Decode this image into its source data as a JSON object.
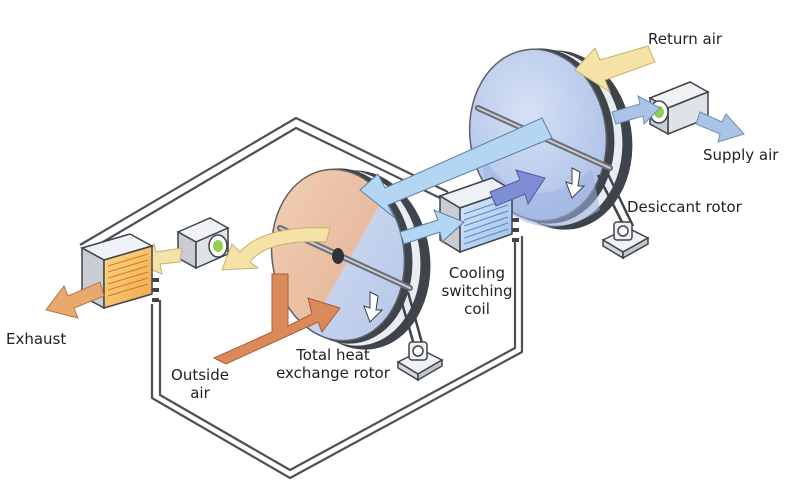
{
  "labels": {
    "return_air": "Return air",
    "supply_air": "Supply air",
    "desiccant_rotor": "Desiccant rotor",
    "cooling_switching_coil": [
      "Cooling",
      "switching",
      "coil"
    ],
    "exhaust": "Exhaust",
    "outside_air": [
      "Outside",
      "air"
    ],
    "total_heat_exchange_rotor": [
      "Total heat",
      "exchange rotor"
    ]
  },
  "colors": {
    "return_air_arrow": "#f5e2a6",
    "exhaust_arrow": "#e8aa6c",
    "outside_air_arrow": "#d9895a",
    "supply_air_arrow": "#a9c4e6",
    "duct_arrow": "#b5d6f2",
    "coil_to_rotor_arrow": "#7d8ed4",
    "desiccant_face": "#c3d2ef",
    "heat_rotor_face": "#eec5a8",
    "rotor_rim": "#5c6068",
    "pipe": "#4d5156"
  },
  "icons": [
    "fan-icon",
    "motor-icon",
    "heat-exchanger-coil-icon",
    "rotation-arrow-icon"
  ]
}
